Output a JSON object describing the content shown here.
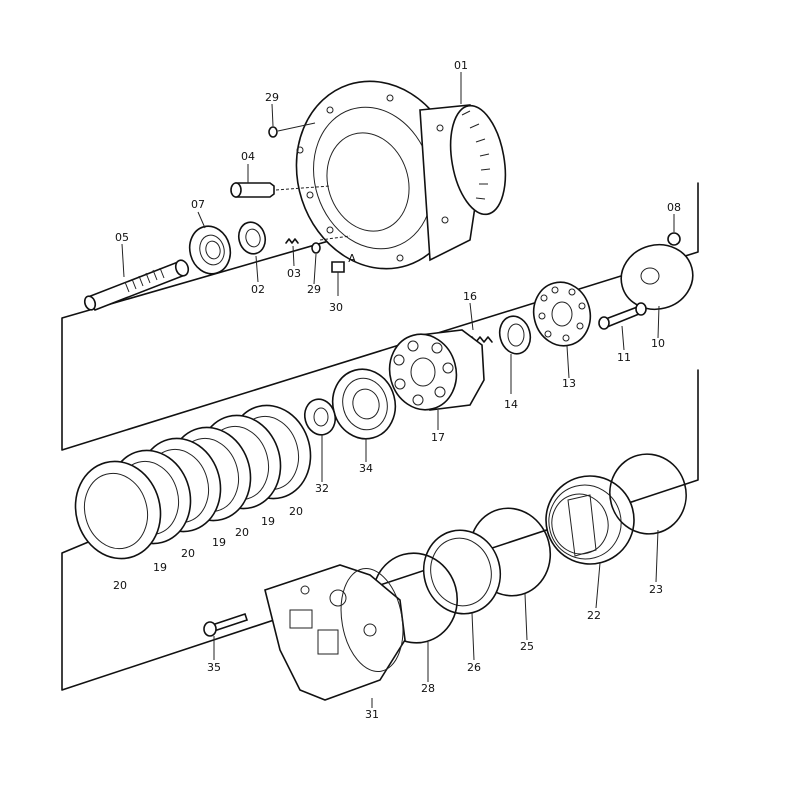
{
  "labels": {
    "p01": "01",
    "p02": "02",
    "p03": "03",
    "p04": "04",
    "p05": "05",
    "p07": "07",
    "p08": "08",
    "p10": "10",
    "p11": "11",
    "p13": "13",
    "p14": "14",
    "p16": "16",
    "p17": "17",
    "p19a": "19",
    "p19b": "19",
    "p19c": "19",
    "p20a": "20",
    "p20b": "20",
    "p20c": "20",
    "p20d": "20",
    "p22": "22",
    "p23": "23",
    "p25": "25",
    "p26": "26",
    "p28": "28",
    "p29a": "29",
    "p29b": "29",
    "p30": "30",
    "p31": "31",
    "p32": "32",
    "p34": "34",
    "p35": "35",
    "a": "A"
  }
}
